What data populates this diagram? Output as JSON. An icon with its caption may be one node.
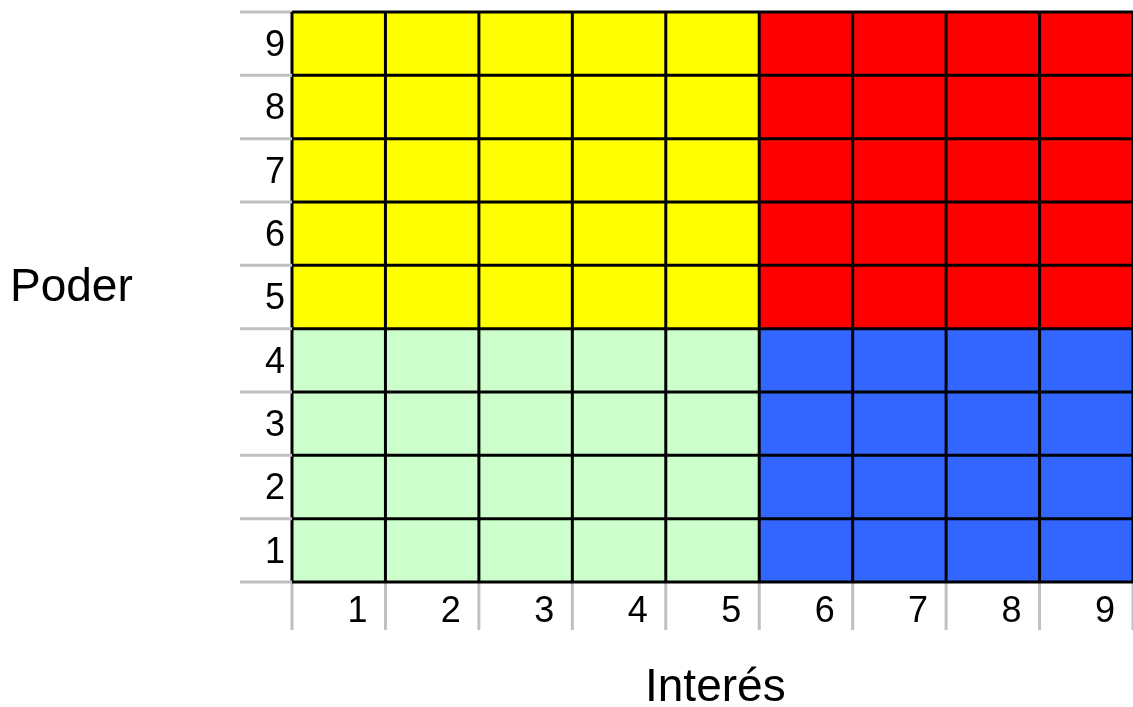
{
  "diagram": {
    "labels": [
      "9",
      "8",
      "7",
      "6",
      "5",
      "4",
      "3",
      "2",
      "1",
      "Poder",
      "1",
      "2",
      "3",
      "4",
      "5",
      "6",
      "7",
      "8",
      "9",
      "Interés"
    ]
  }
}
